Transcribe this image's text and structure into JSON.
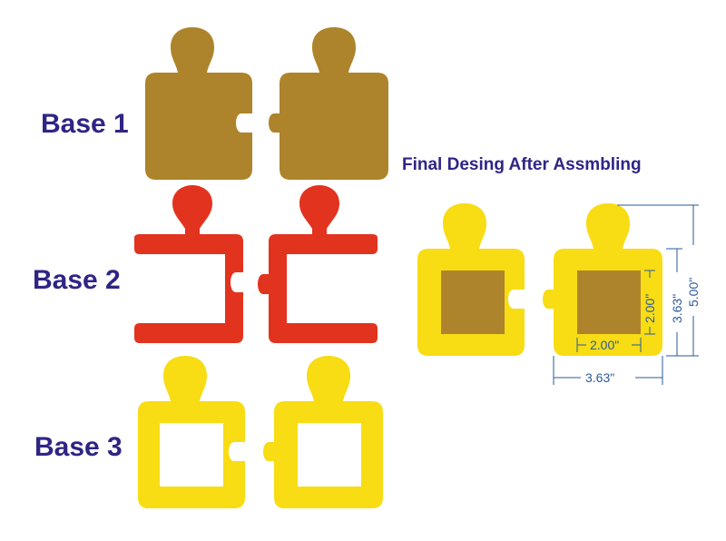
{
  "bases": [
    {
      "label": "Base 1",
      "color": "#ad842b",
      "style": "solid"
    },
    {
      "label": "Base 2",
      "color": "#e2331f",
      "style": "bracket"
    },
    {
      "label": "Base 3",
      "color": "#f8dc14",
      "style": "frame"
    }
  ],
  "final": {
    "title": "Final Desing After Assmbling",
    "frame_color": "#f8dc14",
    "inner_color": "#ad842b",
    "dimensions": {
      "inner_width": "2.00\"",
      "inner_height": "2.00\"",
      "outer_width": "3.63\"",
      "outer_height": "3.63\"",
      "total_height": "5.00\""
    }
  },
  "colors": {
    "label": "#2e2585",
    "title": "#2e2585",
    "dimension": "#2a5a9a"
  }
}
